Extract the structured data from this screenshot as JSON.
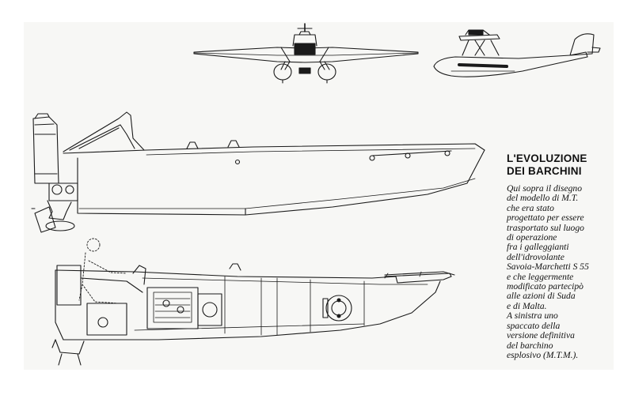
{
  "caption": {
    "title_lines": [
      "L'EVOLUZIONE",
      "DEI BARCHINI"
    ],
    "body_lines": [
      "Qui sopra il disegno",
      "del modello di M.T.",
      "che era stato",
      "progettato per essere",
      "trasportato sul luogo",
      "di operazione",
      "fra i galleggianti",
      "dell'idrovolante",
      "Savoia-Marchetti S 55",
      "e che leggermente",
      "modificato partecipò",
      "alle azioni di Suda",
      "e di Malta.",
      "A sinistra uno",
      "spaccato della",
      "versione definitiva",
      "del barchino",
      "esplosivo (M.T.M.)."
    ]
  },
  "colors": {
    "ink": "#1a1a1a",
    "paper": "#f7f7f5",
    "background": "#ffffff"
  },
  "figures": [
    {
      "id": "seaplane-front-view",
      "icon": "seaplane-front-drawing"
    },
    {
      "id": "seaplane-side-view",
      "icon": "seaplane-side-drawing"
    },
    {
      "id": "boat-mt-profile",
      "icon": "motorboat-profile-drawing"
    },
    {
      "id": "boat-mtm-cutaway",
      "icon": "motorboat-cutaway-drawing"
    }
  ]
}
